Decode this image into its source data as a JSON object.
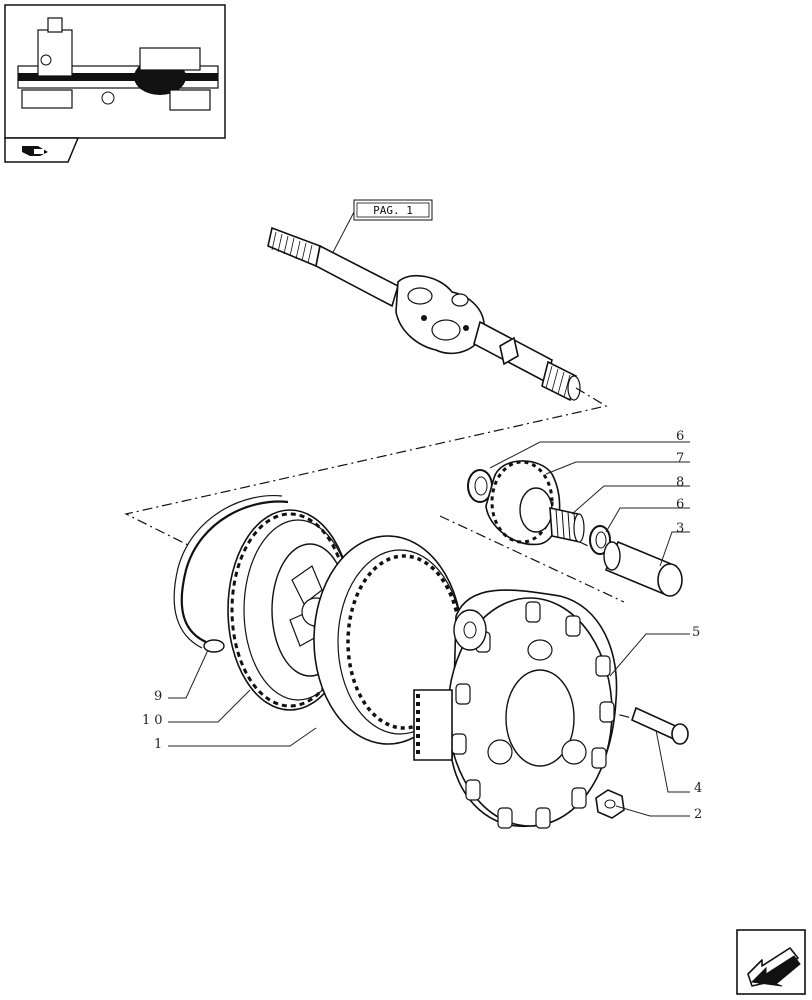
{
  "page_reference": "PAG. 1",
  "callouts": {
    "c1": "1",
    "c2": "2",
    "c3": "3",
    "c4": "4",
    "c5": "5",
    "c6a": "6",
    "c6b": "6",
    "c7": "7",
    "c8": "8",
    "c9": "9",
    "c10": "10"
  },
  "icons": {
    "thumbnail": "axle-assembly-thumbnail-icon",
    "tag": "catalog-tag-icon",
    "nav": "previous-page-arrow-icon"
  }
}
